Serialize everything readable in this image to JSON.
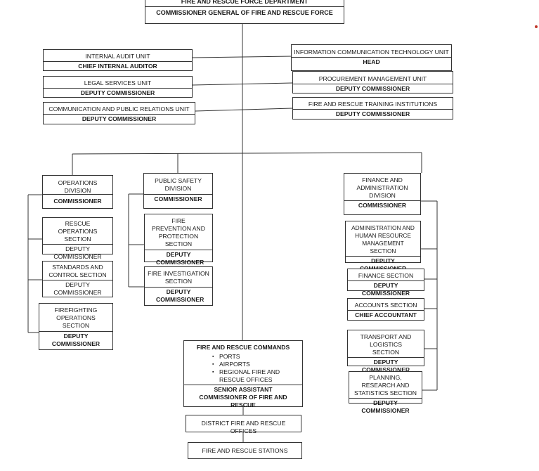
{
  "header": {
    "department": "FIRE AND RESCUE FORCE DEPARTMENT",
    "head": "COMMISSIONER GENERAL OF FIRE AND RESCUE FORCE"
  },
  "units_left": [
    {
      "title": "INTERNAL AUDIT UNIT",
      "role": "CHIEF INTERNAL AUDITOR"
    },
    {
      "title": "LEGAL SERVICES UNIT",
      "role": "DEPUTY COMMISSIONER"
    },
    {
      "title": "COMMUNICATION AND PUBLIC RELATIONS UNIT",
      "role": "DEPUTY COMMISSIONER"
    }
  ],
  "units_right": [
    {
      "title": "INFORMATION COMMUNICATION TECHNOLOGY UNIT",
      "role": "HEAD"
    },
    {
      "title": "PROCUREMENT MANAGEMENT UNIT",
      "role": "DEPUTY COMMISSIONER"
    },
    {
      "title": "FIRE AND RESCUE TRAINING INSTITUTIONS",
      "role": "DEPUTY COMMISSIONER"
    }
  ],
  "operations": {
    "title": "OPERATIONS DIVISION",
    "role": "COMMISSIONER",
    "sections": [
      {
        "title": "RESCUE OPERATIONS SECTION",
        "role": "DEPUTY COMMISSIONER"
      },
      {
        "title": "STANDARDS AND CONTROL SECTION",
        "role": "DEPUTY COMMISSIONER"
      },
      {
        "title": "FIREFIGHTING OPERATIONS SECTION",
        "role": "DEPUTY COMMISSIONER"
      }
    ]
  },
  "public_safety": {
    "title": "PUBLIC SAFETY DIVISION",
    "role": "COMMISSIONER",
    "sections": [
      {
        "title": "FIRE PREVENTION AND PROTECTION SECTION",
        "role": "DEPUTY COMMISSIONER"
      },
      {
        "title": "FIRE INVESTIGATION SECTION",
        "role": "DEPUTY COMMISSIONER"
      }
    ]
  },
  "finance": {
    "title": "FINANCE AND ADMINISTRATION DIVISION",
    "role": "COMMISSIONER",
    "sections": [
      {
        "title": "ADMINISTRATION AND HUMAN RESOURCE MANAGEMENT SECTION",
        "role": "DEPUTY COMMISSIONER"
      },
      {
        "title": "FINANCE SECTION",
        "role": "DEPUTY COMMISSIONER"
      },
      {
        "title": "ACCOUNTS SECTION",
        "role": "CHIEF ACCOUNTANT"
      },
      {
        "title": "TRANSPORT AND LOGISTICS SECTION",
        "role": "DEPUTY COMMISSIONER"
      },
      {
        "title": "PLANNING, RESEARCH AND STATISTICS SECTION",
        "role": "DEPUTY COMMISSIONER"
      }
    ]
  },
  "commands": {
    "title": "FIRE AND RESCUE COMMANDS",
    "items": [
      "PORTS",
      "AIRPORTS",
      "REGIONAL FIRE AND RESCUE OFFICES"
    ],
    "role": "SENIOR ASSISTANT COMMISSIONER OF FIRE AND RESCUE"
  },
  "district": "DISTRICT FIRE AND RESCUE OFFICES",
  "stations": "FIRE AND RESCUE STATIONS"
}
